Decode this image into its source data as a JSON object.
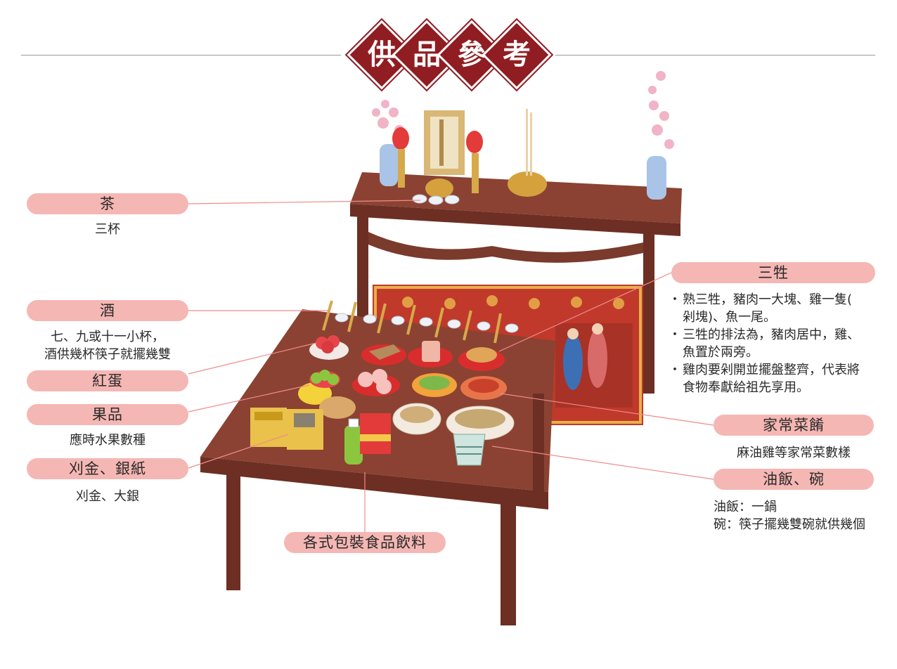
{
  "title": {
    "chars": [
      "供",
      "品",
      "參",
      "考"
    ]
  },
  "labels": {
    "tea": {
      "title": "茶",
      "desc": "三杯"
    },
    "wine": {
      "title": "酒",
      "desc_lines": [
        "七、九或十一小杯，",
        "酒供幾杯筷子就擺幾雙"
      ]
    },
    "red_egg": {
      "title": "紅蛋"
    },
    "fruit": {
      "title": "果品",
      "desc": "應時水果數種"
    },
    "paper": {
      "title": "刈金、銀紙",
      "desc": "刈金、大銀"
    },
    "packaged": {
      "title": "各式包裝食品飲料"
    },
    "sansheng": {
      "title": "三牲",
      "bullets": [
        [
          "熟三牲，豬肉一大塊、雞一隻(",
          "剁塊)、魚一尾。"
        ],
        [
          "三牲的排法為，豬肉居中，雞、",
          "魚置於兩旁。"
        ],
        [
          "雞肉要剁開並擺盤整齊，代表將",
          "食物奉獻給祖先享用。"
        ]
      ]
    },
    "dishes": {
      "title": "家常菜餚",
      "desc": "麻油雞等家常菜數樣"
    },
    "rice": {
      "title": "油飯、碗",
      "desc_lines": [
        "油飯：一鍋",
        "碗：筷子擺幾雙碗就供幾個"
      ]
    }
  },
  "colors": {
    "title_red": "#8f1d22",
    "pill_pink": "#f5b7b4",
    "table_brown": "#7a3a2c",
    "leader_line": "#f08c8c"
  }
}
